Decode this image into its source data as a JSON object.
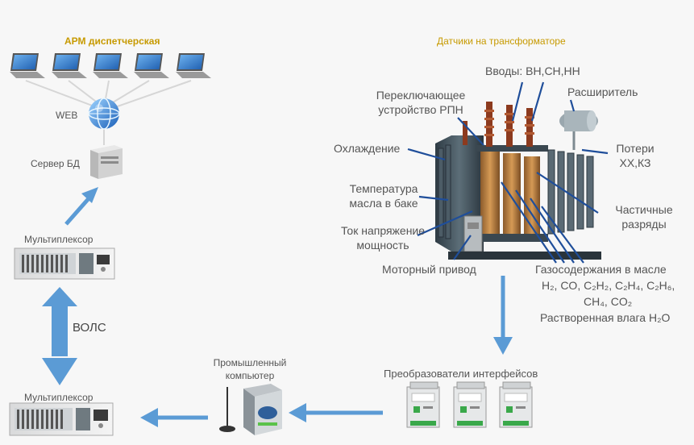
{
  "left": {
    "arm_title": "АРМ диспетчерская",
    "web_label": "WEB",
    "server_label": "Сервер БД",
    "mux_top_label": "Мультиплексор",
    "wols_label": "ВОЛС",
    "mux_bottom_label": "Мультиплексор"
  },
  "middle": {
    "industrial_pc_label": "Промышленный компьютер",
    "converters_label": "Преобразователи интерфейсов"
  },
  "transformer": {
    "title": "Датчики на трансформаторе",
    "labels": {
      "inputs": "Вводы: ВН,СН,НН",
      "switch": "Переключающее устройство РПН",
      "expander": "Расширитель",
      "cooling": "Охлаждение",
      "losses": "Потери ХХ,КЗ",
      "oil_temp": "Температура масла в баке",
      "partial": "Частичные разряды",
      "current": "Ток напряжение мощность",
      "motor": "Моторный привод",
      "gas_title": "Газосодержания в масле",
      "gas_line1": "H₂, CO, C₂H₂, C₂H₄, C₂H₆,",
      "gas_line2": "CH₄, CO₂",
      "moisture": "Растворенная влага H₂O"
    }
  },
  "colors": {
    "arrow": "#5b9bd5",
    "yellow": "#c79a00",
    "laptop_screen": "#3a7fd0"
  }
}
